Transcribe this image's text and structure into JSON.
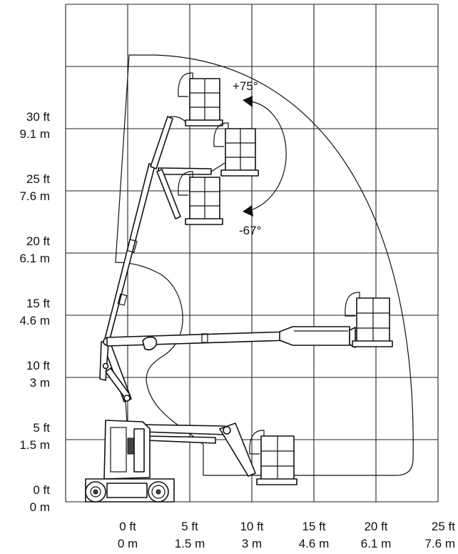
{
  "diagram": {
    "y_axis": [
      {
        "ft": "30 ft",
        "m": "9.1 m"
      },
      {
        "ft": "25 ft",
        "m": "7.6 m"
      },
      {
        "ft": "20 ft",
        "m": "6.1 m"
      },
      {
        "ft": "15 ft",
        "m": "4.6 m"
      },
      {
        "ft": "10 ft",
        "m": "3 m"
      },
      {
        "ft": "5 ft",
        "m": "1.5 m"
      },
      {
        "ft": "0 ft",
        "m": "0 m"
      }
    ],
    "x_axis": [
      {
        "ft": "0 ft",
        "m": "0 m"
      },
      {
        "ft": "5 ft",
        "m": "1.5 m"
      },
      {
        "ft": "10 ft",
        "m": "3 m"
      },
      {
        "ft": "15 ft",
        "m": "4.6 m"
      },
      {
        "ft": "20 ft",
        "m": "6.1 m"
      },
      {
        "ft": "25 ft",
        "m": "7.6 m"
      }
    ],
    "angle_up": "+75°",
    "angle_down": "-67°"
  }
}
